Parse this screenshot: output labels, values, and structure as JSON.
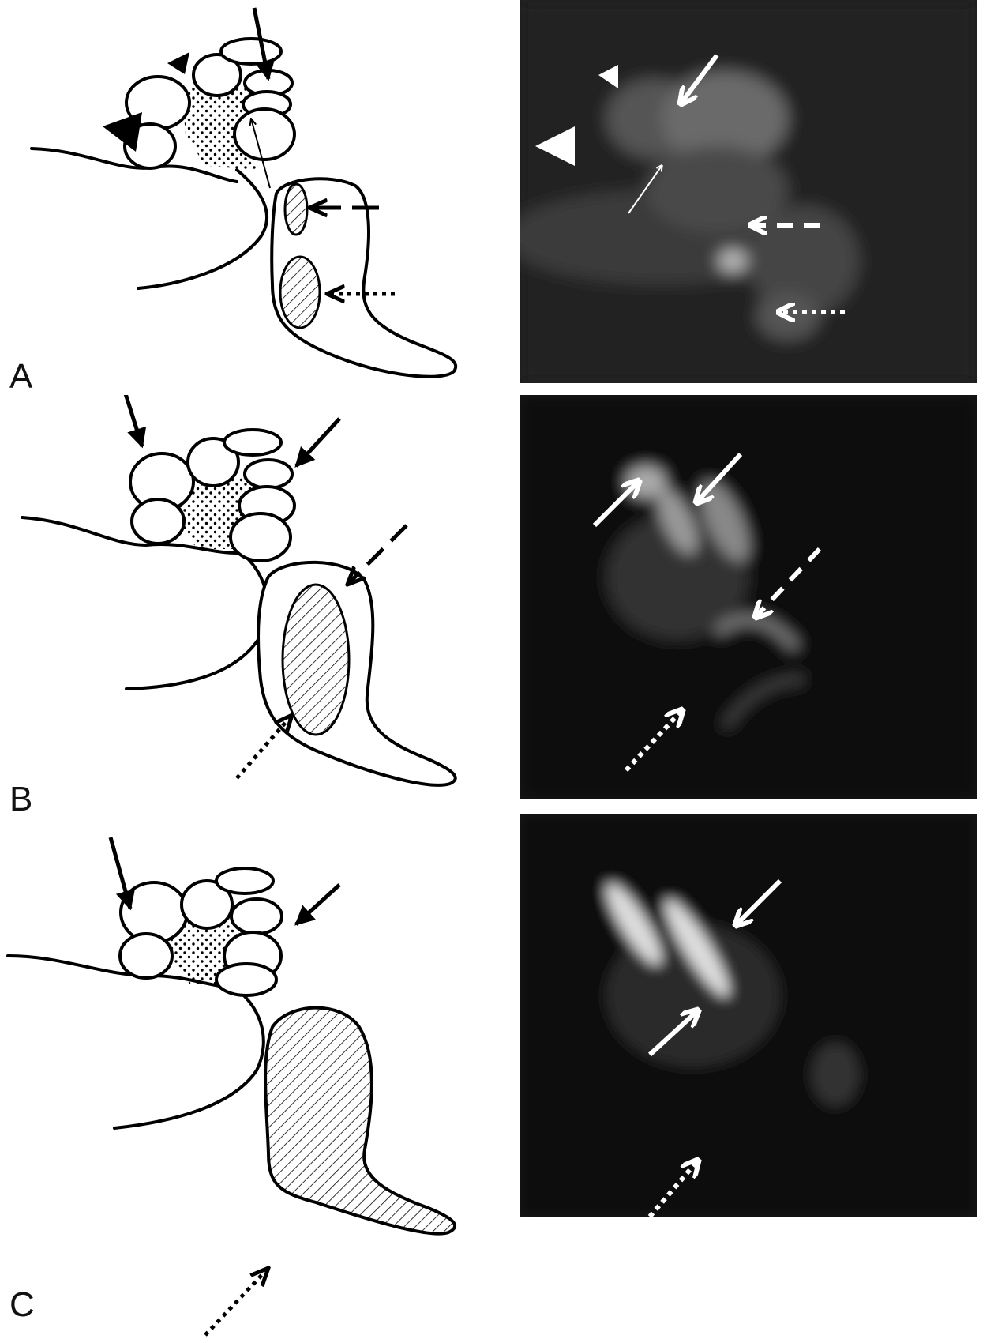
{
  "panels": [
    {
      "label": "A",
      "background": "#1e1e1e"
    },
    {
      "label": "B",
      "background": "#0f0f0f"
    },
    {
      "label": "C",
      "background": "#101010"
    }
  ],
  "colors": {
    "line": "#000000",
    "white_marker": "#ffffff"
  },
  "marker_types": [
    "arrowhead",
    "solid-arrow",
    "thin-arrow",
    "dashed-arrow",
    "dotted-arrow"
  ]
}
